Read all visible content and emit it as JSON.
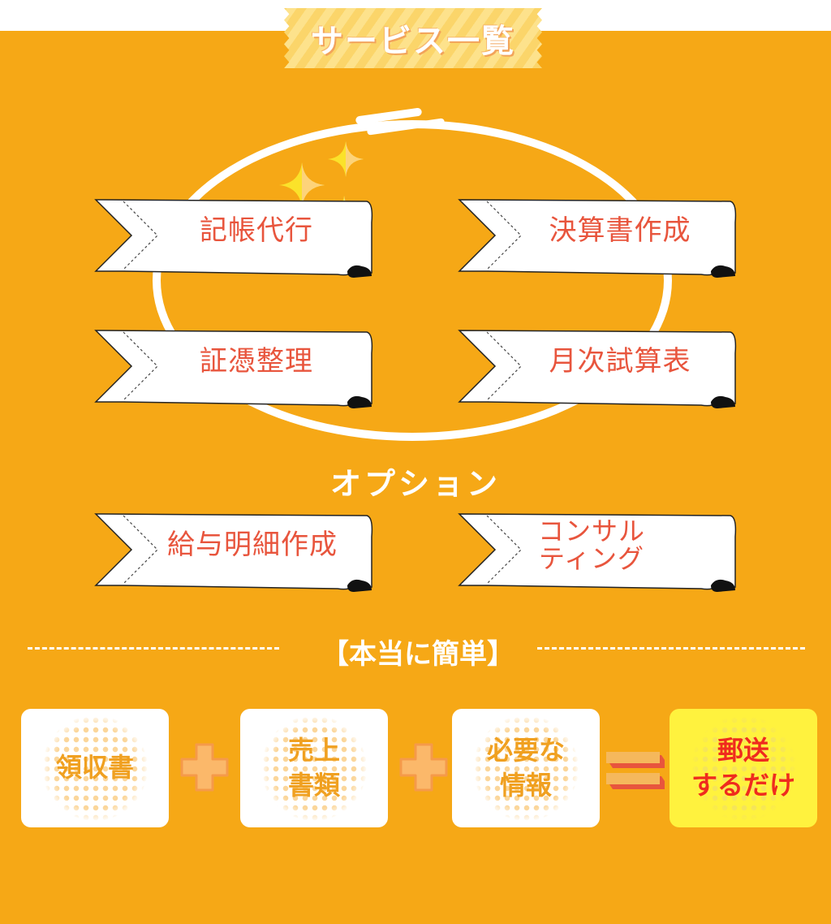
{
  "header": {
    "title": "サービス一覧"
  },
  "services": {
    "items": [
      {
        "label": "記帳代行"
      },
      {
        "label": "決算書作成"
      },
      {
        "label": "証憑整理"
      },
      {
        "label": "月次試算表"
      }
    ]
  },
  "options": {
    "heading": "オプション",
    "items": [
      {
        "label": "給与明細作成"
      },
      {
        "line1": "コンサル",
        "line2": "ティング"
      }
    ]
  },
  "easy": {
    "heading": "【本当に簡単】",
    "steps": [
      {
        "line1": "領収書"
      },
      {
        "line1": "売上",
        "line2": "書類"
      },
      {
        "line1": "必要な",
        "line2": "情報"
      }
    ],
    "operators": [
      "plus-icon",
      "plus-icon",
      "equals-icon"
    ],
    "result": {
      "line1": "郵送",
      "line2": "するだけ"
    }
  },
  "colors": {
    "background": "#f6a816",
    "ribbon_text": "#e8553d",
    "step_text": "#f0a020",
    "result_bg": "#fff23e",
    "result_text": "#ef2b1e",
    "plus": "#fbb86a",
    "equals_top": "#f5b85c",
    "equals_shadow": "#e8553d"
  }
}
